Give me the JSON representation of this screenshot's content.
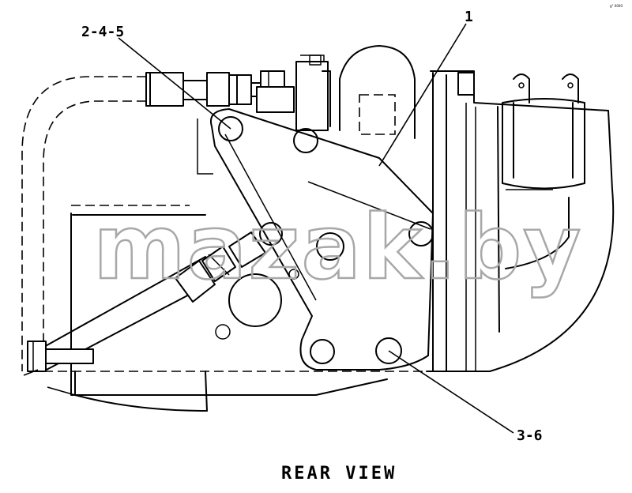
{
  "drawing": {
    "caption": "REAR VIEW",
    "corner_mark": "g° 0000",
    "watermark": "mazak.by",
    "callouts": {
      "top_left": "2-4-5",
      "top_right": "1",
      "bottom_right": "3-6"
    }
  }
}
